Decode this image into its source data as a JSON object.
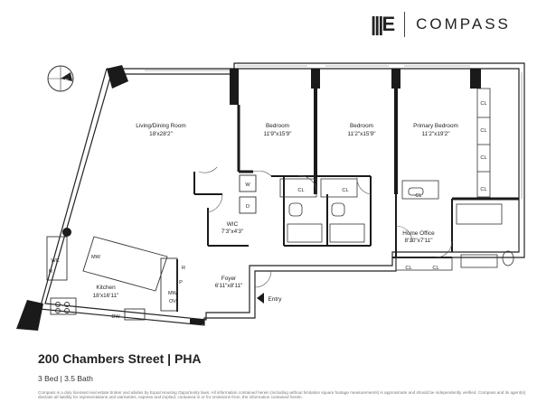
{
  "brand": {
    "mark": "|||E",
    "name": "COMPASS"
  },
  "rooms": {
    "living_name": "Living/Dining Room",
    "living_dim": "18'x28'2\"",
    "bed1_name": "Bedroom",
    "bed1_dim": "11'9\"x15'9\"",
    "bed2_name": "Bedroom",
    "bed2_dim": "11'2\"x15'9\"",
    "primary_name": "Primary Bedroom",
    "primary_dim": "11'2\"x19'2\"",
    "wic_name": "WIC",
    "wic_dim": "7'3\"x4'3\"",
    "office_name": "Home Office",
    "office_dim": "8'10\"x7'11\"",
    "foyer_name": "Foyer",
    "foyer_dim": "6'11\"x8'11\"",
    "kitchen_name": "Kitchen",
    "kitchen_dim": "18'x16'11\"",
    "entry": "Entry"
  },
  "fixtures": {
    "cl": "CL",
    "w": "W",
    "d": "D",
    "wc": "WC",
    "r": "R",
    "p": "P",
    "mw": "MW",
    "ov": "OV",
    "dw": "DW"
  },
  "listing": {
    "title": "200 Chambers Street | PHA",
    "subtitle": "3 Bed | 3.5 Bath",
    "disclaimer": "Compass is a duly licensed real estate broker and abides by Equal Housing Opportunity laws. All information contained herein (including without limitation square footage measurements) is approximate and should be independently verified. Compass and its agent(s) disclaim all liability for representations and warranties, express and implied, contained in or for omissions from, the information contained herein."
  },
  "compass_rose": {
    "label": "N"
  },
  "colors": {
    "wall": "#1a1a1a",
    "line": "#222222",
    "background": "#ffffff"
  }
}
